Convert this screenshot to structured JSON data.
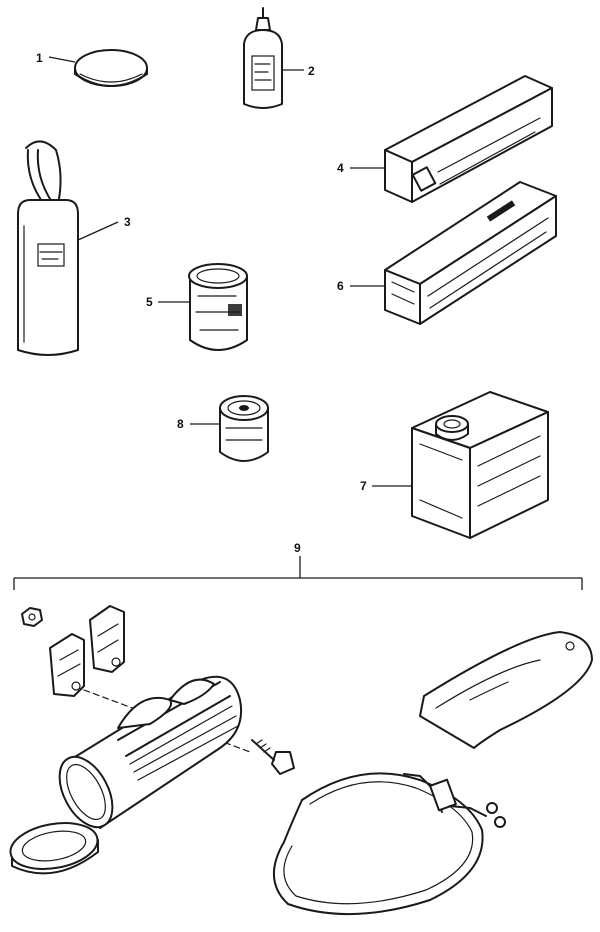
{
  "callouts": {
    "c1": "1",
    "c2": "2",
    "c3": "3",
    "c4": "4",
    "c5": "5",
    "c6": "6",
    "c7": "7",
    "c8": "8",
    "c9": "9"
  },
  "colors": {
    "ink": "#1a1a1a",
    "paper": "#ffffff"
  }
}
